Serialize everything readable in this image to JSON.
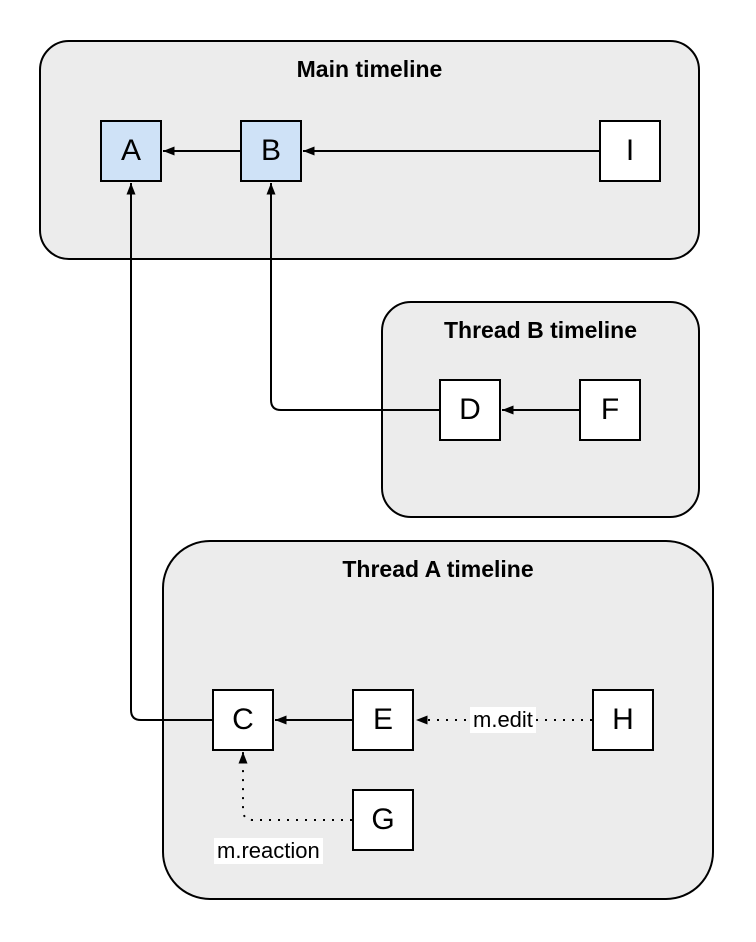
{
  "diagram": {
    "groups": [
      {
        "id": "main-timeline",
        "title": "Main timeline"
      },
      {
        "id": "thread-b-timeline",
        "title": "Thread B timeline"
      },
      {
        "id": "thread-a-timeline",
        "title": "Thread A timeline"
      }
    ],
    "nodes": [
      {
        "id": "A",
        "label": "A",
        "variant": "highlighted",
        "group": "main-timeline"
      },
      {
        "id": "B",
        "label": "B",
        "variant": "highlighted",
        "group": "main-timeline"
      },
      {
        "id": "I",
        "label": "I",
        "variant": "plain",
        "group": "main-timeline"
      },
      {
        "id": "D",
        "label": "D",
        "variant": "plain",
        "group": "thread-b-timeline"
      },
      {
        "id": "F",
        "label": "F",
        "variant": "plain",
        "group": "thread-b-timeline"
      },
      {
        "id": "C",
        "label": "C",
        "variant": "plain",
        "group": "thread-a-timeline"
      },
      {
        "id": "E",
        "label": "E",
        "variant": "plain",
        "group": "thread-a-timeline"
      },
      {
        "id": "H",
        "label": "H",
        "variant": "plain",
        "group": "thread-a-timeline"
      },
      {
        "id": "G",
        "label": "G",
        "variant": "plain",
        "group": "thread-a-timeline"
      }
    ],
    "edges": [
      {
        "id": "b-to-a",
        "from": "B",
        "to": "A",
        "style": "solid"
      },
      {
        "id": "i-to-b",
        "from": "I",
        "to": "B",
        "style": "solid"
      },
      {
        "id": "f-to-d",
        "from": "F",
        "to": "D",
        "style": "solid"
      },
      {
        "id": "d-to-b",
        "from": "D",
        "to": "B",
        "style": "solid"
      },
      {
        "id": "e-to-c",
        "from": "E",
        "to": "C",
        "style": "solid"
      },
      {
        "id": "c-to-a",
        "from": "C",
        "to": "A",
        "style": "solid"
      },
      {
        "id": "h-to-e",
        "from": "H",
        "to": "E",
        "style": "dotted",
        "label": "m.edit"
      },
      {
        "id": "g-to-c",
        "from": "G",
        "to": "C",
        "style": "dotted",
        "label": "m.reaction"
      }
    ],
    "edge_labels": {
      "m_edit": "m.edit",
      "m_reaction": "m.reaction"
    },
    "colors": {
      "group_fill": "#ececec",
      "group_border": "#000000",
      "node_fill": "#ffffff",
      "node_highlight_fill": "#cfe2f7",
      "node_border": "#000000",
      "edge": "#000000",
      "label_bg": "#ffffff"
    }
  }
}
